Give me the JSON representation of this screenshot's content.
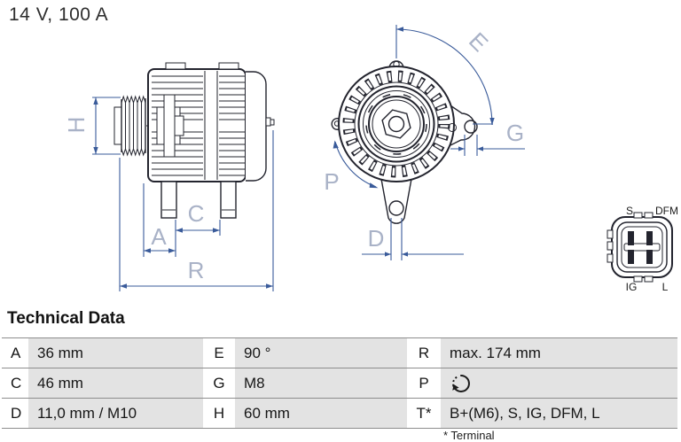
{
  "title": "14 V, 100 A",
  "diagram": {
    "dimension_labels": {
      "H": "H",
      "A": "A",
      "C": "C",
      "R": "R",
      "E": "E",
      "G": "G",
      "P": "P",
      "D": "D"
    },
    "connector": {
      "top_left": "S",
      "top_right": "DFM",
      "bottom_left": "IG",
      "bottom_right": "L"
    }
  },
  "table": {
    "heading": "Technical Data",
    "rows": [
      [
        {
          "k": "A",
          "v": "36 mm"
        },
        {
          "k": "E",
          "v": "90 °"
        },
        {
          "k": "R",
          "v": "max. 174 mm"
        }
      ],
      [
        {
          "k": "C",
          "v": "46 mm"
        },
        {
          "k": "G",
          "v": "M8"
        },
        {
          "k": "P",
          "v": "",
          "icon": "rotation-direction-icon"
        }
      ],
      [
        {
          "k": "D",
          "v": "11,0 mm / M10"
        },
        {
          "k": "H",
          "v": "60 mm"
        },
        {
          "k": "T*",
          "v": "B+(M6), S, IG, DFM, L"
        }
      ]
    ],
    "footnote": "* Terminal"
  },
  "colors": {
    "ink": "#23242e",
    "dim": "#3a5b9a",
    "dimlabel": "#a9b2c7",
    "tablegray": "#e3e3e3",
    "border": "#8d8d8d",
    "text": "#161616",
    "bg": "#ffffff"
  }
}
